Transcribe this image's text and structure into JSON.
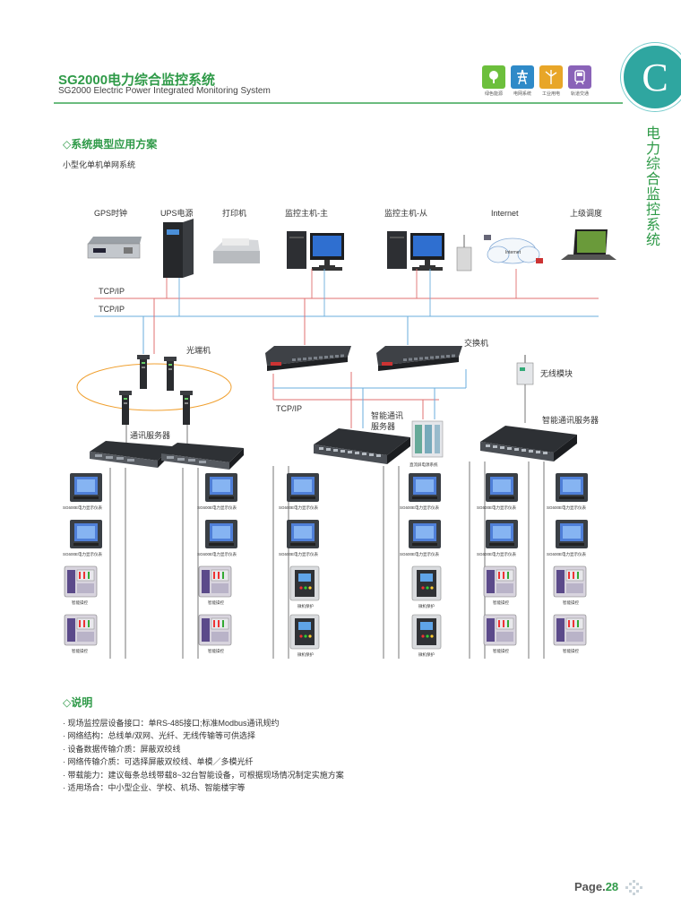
{
  "header": {
    "title": "SG2000电力综合监控系统",
    "subtitle": "SG2000 Electric Power Integrated Monitoring System",
    "categories": [
      {
        "label": "绿色能源",
        "color": "#6cbf3c",
        "icon": "tree-icon"
      },
      {
        "label": "电网系统",
        "color": "#2f8ac8",
        "icon": "power-tower-icon"
      },
      {
        "label": "工业用电",
        "color": "#e8a628",
        "icon": "wind-turbine-icon"
      },
      {
        "label": "轨道交通",
        "color": "#8a63b8",
        "icon": "train-icon"
      }
    ],
    "chapter_letter": "C",
    "side_title": "电力综合监控系统"
  },
  "section1": {
    "title": "◇系统典型应用方案",
    "subtitle": "小型化单机单网系统"
  },
  "diagram": {
    "top_labels": {
      "gps": "GPS时钟",
      "ups": "UPS电源",
      "printer": "打印机",
      "host_main": "监控主机-主",
      "host_backup": "监控主机-从",
      "internet": "Internet",
      "dispatch": "上级调度"
    },
    "cloud_label": "Internet",
    "tcpip": "TCP/IP",
    "fiber_label": "光端机",
    "switch_label": "交换机",
    "wireless_label": "无线模块",
    "comm_server_left": "通讯服务器",
    "comm_server_mid": "智能通讯\n服务器",
    "comm_server_right": "智能通讯服务器",
    "dc_label": "直流屏电源系统",
    "meter_label": "SG600E电力显示仪表",
    "relay_label": "微机保护",
    "smart_label": "智能操控"
  },
  "section2": {
    "title": "◇说明",
    "notes": [
      "· 现场监控层设备接口：单RS-485接口;标准Modbus通讯规约",
      "· 网络结构：总线单/双网、光纤、无线传输等可供选择",
      "· 设备数据传输介质：屏蔽双绞线",
      "· 网络传输介质：可选择屏蔽双绞线、单模／多模光纤",
      "· 带载能力：建议每条总线带载8~32台智能设备，可根据现场情况制定实施方案",
      "· 适用场合：中小型企业、学校、机场、智能楼宇等"
    ]
  },
  "footer": {
    "page_prefix": "Page.",
    "page_number": "28"
  }
}
